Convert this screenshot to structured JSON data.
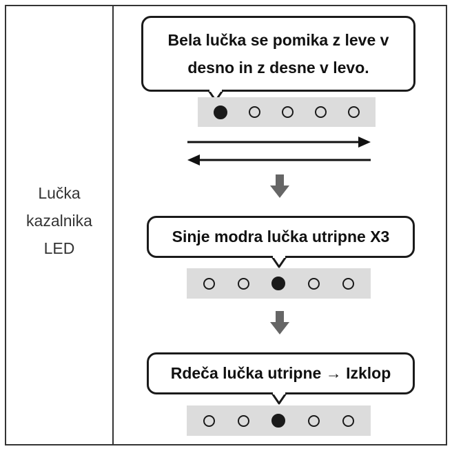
{
  "label": {
    "line1": "Lučka",
    "line2": "kazalnika",
    "line3": "LED"
  },
  "steps": [
    {
      "text_line1": "Bela lučka se pomika z leve v",
      "text_line2": "desno in z desne v levo.",
      "leds_on": [
        1
      ],
      "led_count": 5
    },
    {
      "text": "Sinje modra lučka utripne X3",
      "leds_on": [
        3
      ],
      "led_count": 5
    },
    {
      "text": "Rdeča lučka utripne → Izklop",
      "leds_on": [
        3
      ],
      "led_count": 5
    }
  ],
  "colors": {
    "border": "#333333",
    "strip": "#dcdcdc",
    "arrow": "#666666",
    "led_on": "#1a1a1a"
  },
  "icons": [
    "speech-bubble",
    "double-arrow-left-right",
    "down-arrow"
  ]
}
